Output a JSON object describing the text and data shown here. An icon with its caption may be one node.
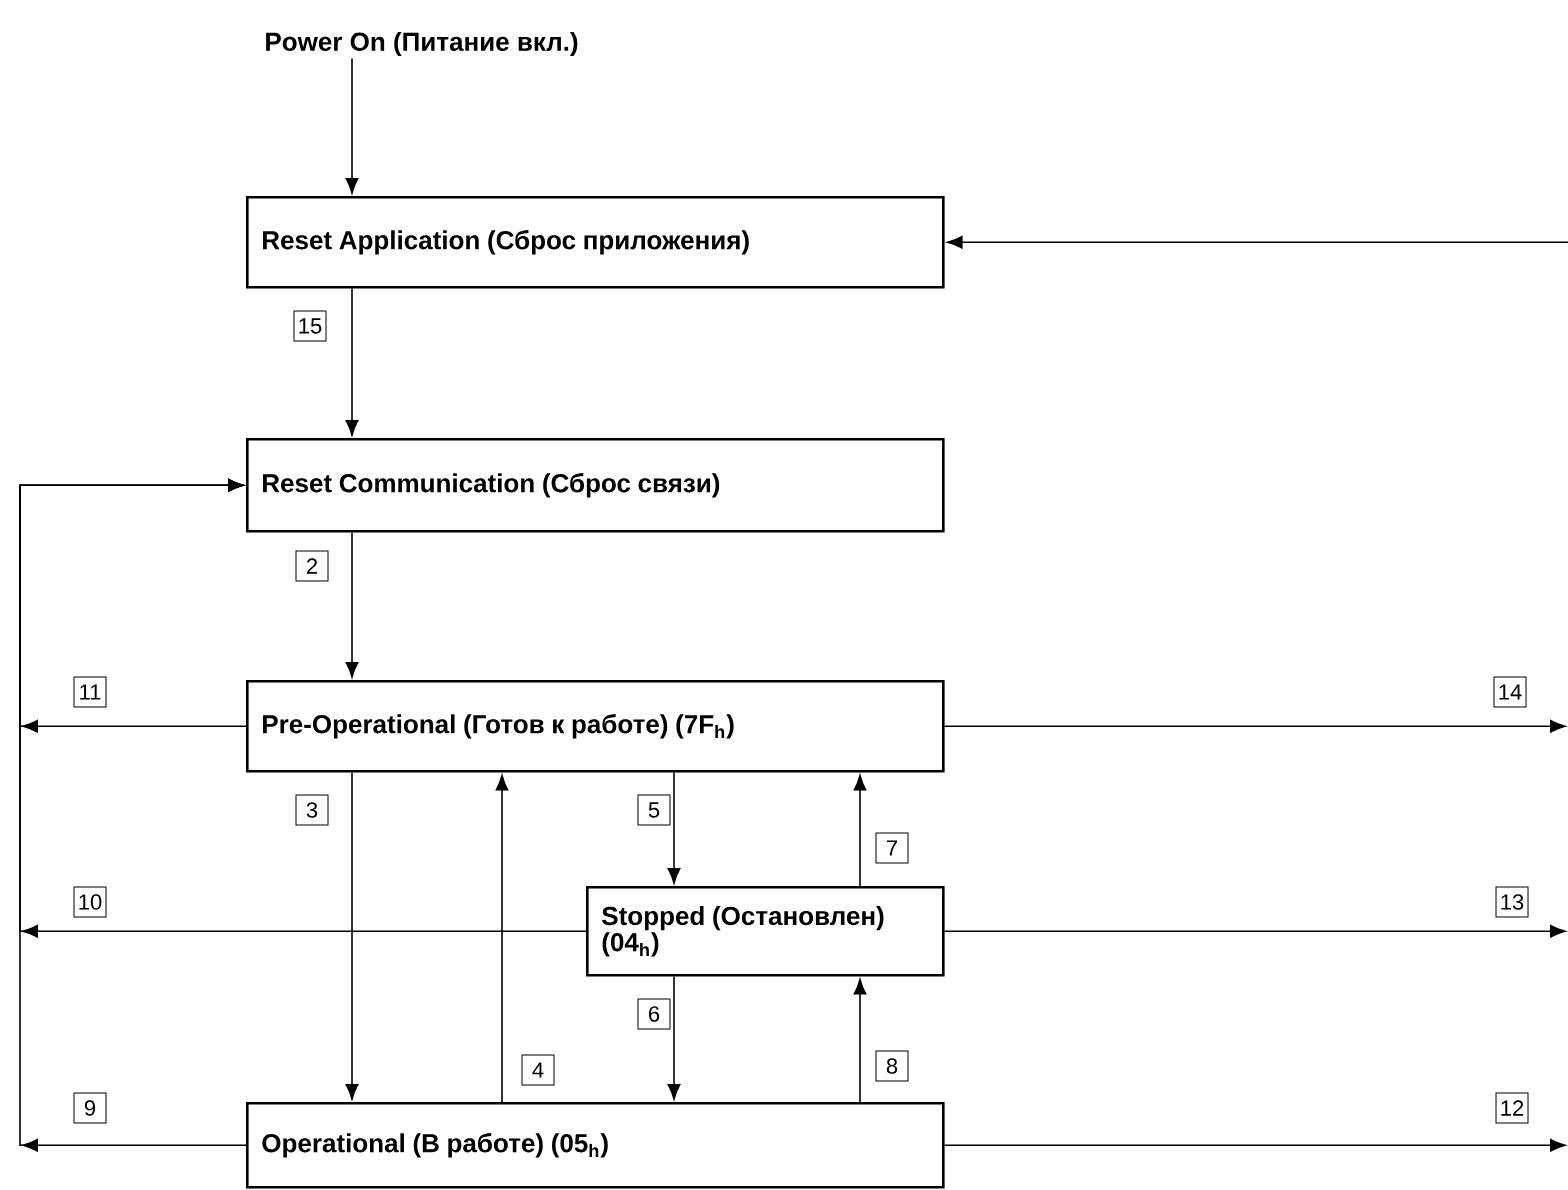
{
  "diagram": {
    "nodes": [
      {
        "text": [
          "Power On (Питание вкл.)"
        ]
      },
      {
        "text": [
          "Reset Application (Сброс приложения)"
        ]
      },
      {
        "text": [
          "Reset Communication (Сброс связи)"
        ]
      },
      {
        "text": [
          "Pre-Operational (Готов к работе) (7F$_{h}$)"
        ]
      },
      {
        "text": [
          "Stopped (Остановлен) (04$_{h}$)"
        ]
      },
      {
        "text": [
          "Operational (В работе) (05$_{h}$)"
        ]
      }
    ],
    "edges": [
      {
        "from": 0,
        "to": 1,
        "arrow": "to"
      },
      {
        "from": 1,
        "to": 2,
        "arrow": "to",
        "label": "15"
      },
      {
        "from": 2,
        "to": 3,
        "arrow": "to",
        "label": "2"
      },
      {
        "from": 3,
        "to": 5,
        "arrow": "to",
        "label": "3"
      },
      {
        "from": 5,
        "to": 3,
        "arrow": "to",
        "label": "4"
      },
      {
        "from": 3,
        "to": 4,
        "arrow": "to",
        "label": "5"
      },
      {
        "from": 4,
        "to": 5,
        "arrow": "to",
        "label": "6"
      },
      {
        "from": 4,
        "to": 3,
        "arrow": "to",
        "label": "7"
      },
      {
        "from": 5,
        "to": 4,
        "arrow": "to",
        "label": "8"
      },
      {
        "from": 5,
        "to": 2,
        "arrow": "to",
        "label": "9"
      },
      {
        "from": 4,
        "to": 2,
        "arrow": "to",
        "label": "10"
      },
      {
        "from": 3,
        "to": 2,
        "arrow": "to",
        "label": "11"
      },
      {
        "from": 5,
        "to": null,
        "arrow": "to",
        "label": "12"
      },
      {
        "from": 4,
        "to": null,
        "arrow": "to",
        "label": "13"
      },
      {
        "from": 3,
        "to": null,
        "arrow": "to",
        "label": "14"
      },
      {
        "from": null,
        "to": 1,
        "arrow": "to"
      }
    ]
  }
}
